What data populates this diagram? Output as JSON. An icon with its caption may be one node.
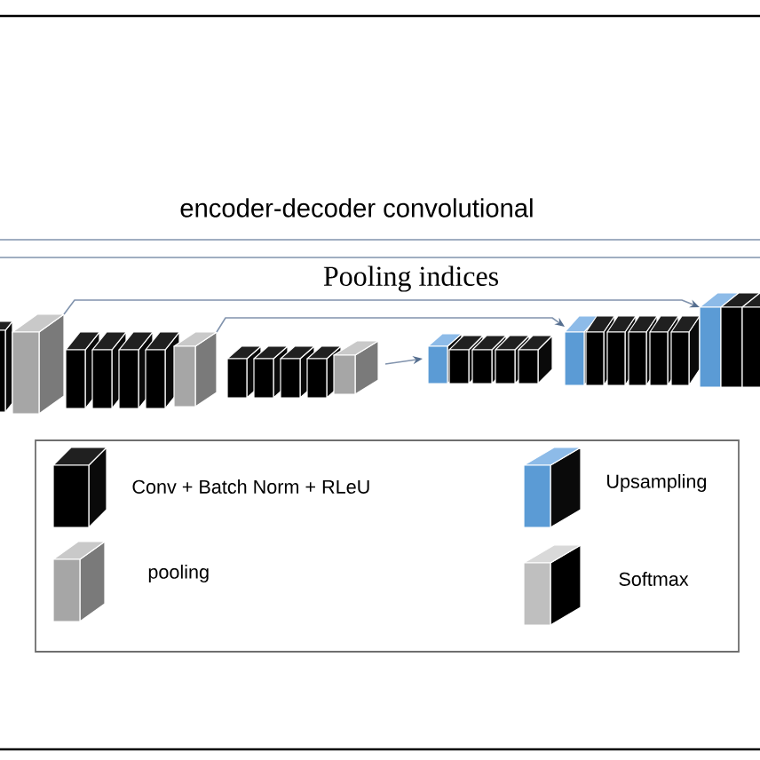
{
  "diagram": {
    "title": "encoder-decoder convolutional",
    "nodes": [
      {
        "text": [],
        "shape": "box"
      },
      {
        "text": [],
        "shape": "box"
      },
      {
        "text": [],
        "shape": "box"
      },
      {
        "text": [],
        "shape": "box"
      },
      {
        "text": [],
        "shape": "box"
      },
      {
        "text": [],
        "shape": "box"
      },
      {
        "text": [],
        "shape": "box"
      },
      {
        "text": [],
        "shape": "box"
      },
      {
        "text": [],
        "shape": "box"
      },
      {
        "text": [],
        "shape": "box"
      },
      {
        "text": [],
        "shape": "box"
      },
      {
        "text": [],
        "shape": "box"
      },
      {
        "text": [],
        "shape": "box"
      },
      {
        "text": [],
        "shape": "box"
      },
      {
        "text": [],
        "shape": "box"
      },
      {
        "text": [],
        "shape": "box"
      },
      {
        "text": [],
        "shape": "box"
      },
      {
        "text": [],
        "shape": "box"
      },
      {
        "text": [],
        "shape": "box"
      },
      {
        "text": [],
        "shape": "box"
      },
      {
        "text": [],
        "shape": "box"
      },
      {
        "text": [],
        "shape": "box"
      },
      {
        "text": [],
        "shape": "box"
      },
      {
        "text": [],
        "shape": "box"
      },
      {
        "text": [],
        "shape": "box"
      },
      {
        "text": [],
        "shape": "box"
      }
    ],
    "edges": [
      {
        "from": 1,
        "to": 23,
        "arrow": "to"
      },
      {
        "from": 6,
        "to": 17,
        "arrow": "to"
      },
      {
        "from": 11,
        "to": 12,
        "arrow": "to"
      }
    ],
    "labels": [
      "Pooling indices"
    ],
    "legend": [
      {
        "text": "Conv + Batch Norm + RLeU"
      },
      {
        "text": "pooling"
      },
      {
        "text": "Upsampling"
      },
      {
        "text": "Softmax"
      }
    ]
  }
}
